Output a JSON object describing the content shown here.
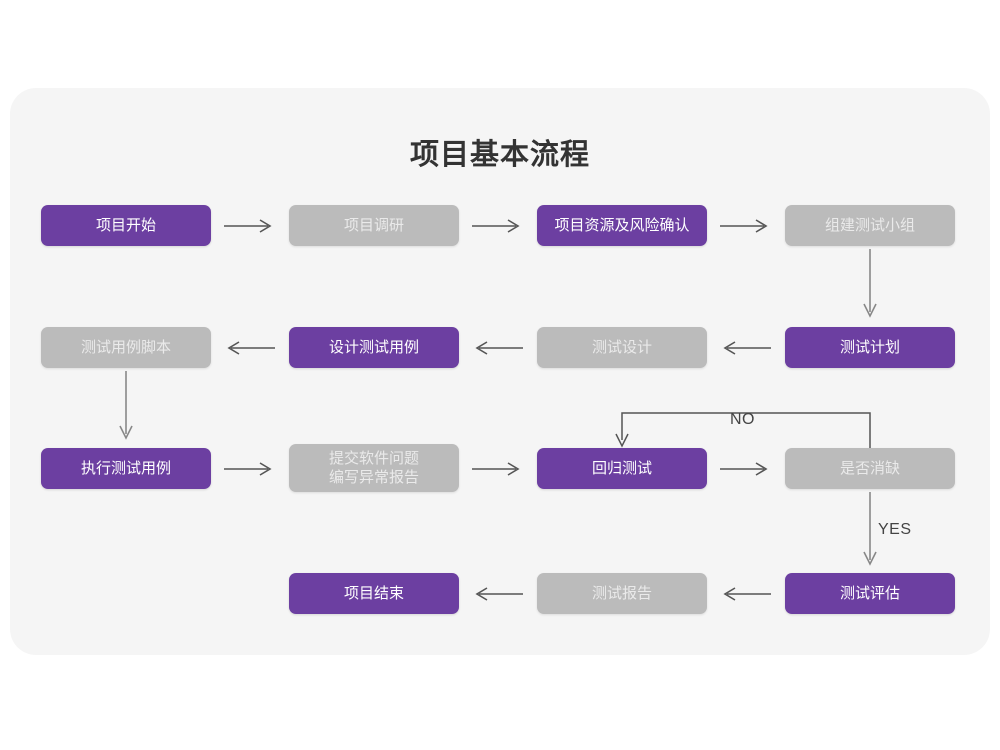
{
  "chart_data": {
    "type": "diagram",
    "title": "项目基本流程",
    "diagram_kind": "flowchart",
    "colors": {
      "page_background": "#ffffff",
      "card_background": "#f5f5f5",
      "accent_purple": "#6c3fa1",
      "muted_gray": "#bbbbbb",
      "purple_text": "#ffffff",
      "gray_text": "#eaeaea",
      "arrow": "#555555",
      "title_text": "#333333"
    },
    "nodes": [
      {
        "id": "n1",
        "label": "项目开始",
        "style": "purple",
        "row": 1,
        "col": 1
      },
      {
        "id": "n2",
        "label": "项目调研",
        "style": "gray",
        "row": 1,
        "col": 2
      },
      {
        "id": "n3",
        "label": "项目资源及风险确认",
        "style": "purple",
        "row": 1,
        "col": 3
      },
      {
        "id": "n4",
        "label": "组建测试小组",
        "style": "gray",
        "row": 1,
        "col": 4
      },
      {
        "id": "n5",
        "label": "测试计划",
        "style": "purple",
        "row": 2,
        "col": 4
      },
      {
        "id": "n6",
        "label": "测试设计",
        "style": "gray",
        "row": 2,
        "col": 3
      },
      {
        "id": "n7",
        "label": "设计测试用例",
        "style": "purple",
        "row": 2,
        "col": 2
      },
      {
        "id": "n8",
        "label": "测试用例脚本",
        "style": "gray",
        "row": 2,
        "col": 1
      },
      {
        "id": "n9",
        "label": "执行测试用例",
        "style": "purple",
        "row": 3,
        "col": 1
      },
      {
        "id": "n10",
        "label_line1": "提交软件问题",
        "label_line2": "编写异常报告",
        "style": "gray",
        "row": 3,
        "col": 2
      },
      {
        "id": "n11",
        "label": "回归测试",
        "style": "purple",
        "row": 3,
        "col": 3
      },
      {
        "id": "n12",
        "label": "是否消缺",
        "style": "gray",
        "row": 3,
        "col": 4
      },
      {
        "id": "n13",
        "label": "测试评估",
        "style": "purple",
        "row": 4,
        "col": 4
      },
      {
        "id": "n14",
        "label": "测试报告",
        "style": "gray",
        "row": 4,
        "col": 3
      },
      {
        "id": "n15",
        "label": "项目结束",
        "style": "purple",
        "row": 4,
        "col": 2
      }
    ],
    "edges": [
      {
        "from": "n1",
        "to": "n2",
        "direction": "right",
        "label": ""
      },
      {
        "from": "n2",
        "to": "n3",
        "direction": "right",
        "label": ""
      },
      {
        "from": "n3",
        "to": "n4",
        "direction": "right",
        "label": ""
      },
      {
        "from": "n4",
        "to": "n5",
        "direction": "down",
        "label": ""
      },
      {
        "from": "n5",
        "to": "n6",
        "direction": "left",
        "label": ""
      },
      {
        "from": "n6",
        "to": "n7",
        "direction": "left",
        "label": ""
      },
      {
        "from": "n7",
        "to": "n8",
        "direction": "left",
        "label": ""
      },
      {
        "from": "n8",
        "to": "n9",
        "direction": "down",
        "label": ""
      },
      {
        "from": "n9",
        "to": "n10",
        "direction": "right",
        "label": ""
      },
      {
        "from": "n10",
        "to": "n11",
        "direction": "right",
        "label": ""
      },
      {
        "from": "n11",
        "to": "n12",
        "direction": "right",
        "label": ""
      },
      {
        "from": "n12",
        "to": "n11",
        "direction": "loop-up-left",
        "label": "NO"
      },
      {
        "from": "n12",
        "to": "n13",
        "direction": "down",
        "label": "YES"
      },
      {
        "from": "n13",
        "to": "n14",
        "direction": "left",
        "label": ""
      },
      {
        "from": "n14",
        "to": "n15",
        "direction": "left",
        "label": ""
      }
    ],
    "edge_labels": {
      "no": "NO",
      "yes": "YES"
    }
  }
}
